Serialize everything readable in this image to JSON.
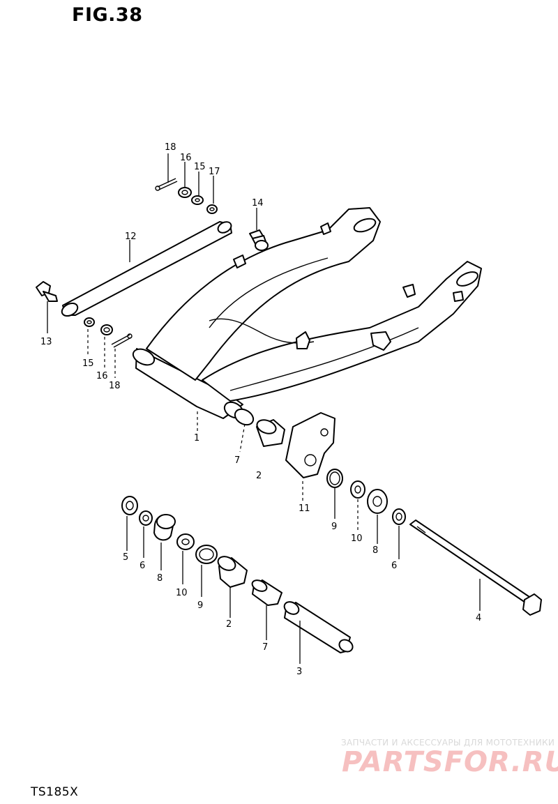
{
  "figure": {
    "title": "FIG.38",
    "model": "TS185X"
  },
  "watermark": {
    "tagline": "ЗАПЧАСТИ И АКСЕССУАРЫ ДЛЯ МОТОТЕХНИКИ",
    "brand": "PARTSFOR.RU"
  },
  "callouts": {
    "c1": "1",
    "c2a": "2",
    "c2b": "2",
    "c3": "3",
    "c4": "4",
    "c5": "5",
    "c6a": "6",
    "c6b": "6",
    "c7a": "7",
    "c7b": "7",
    "c8a": "8",
    "c8b": "8",
    "c9a": "9",
    "c9b": "9",
    "c10a": "10",
    "c10b": "10",
    "c11": "11",
    "c12": "12",
    "c13": "13",
    "c14": "14",
    "c15a": "15",
    "c15b": "15",
    "c16a": "16",
    "c16b": "16",
    "c17": "17",
    "c18a": "18",
    "c18b": "18"
  },
  "colors": {
    "ink": "#000000",
    "watermark_text": "#d9d9d9",
    "watermark_brand": "#f6c0c0"
  }
}
